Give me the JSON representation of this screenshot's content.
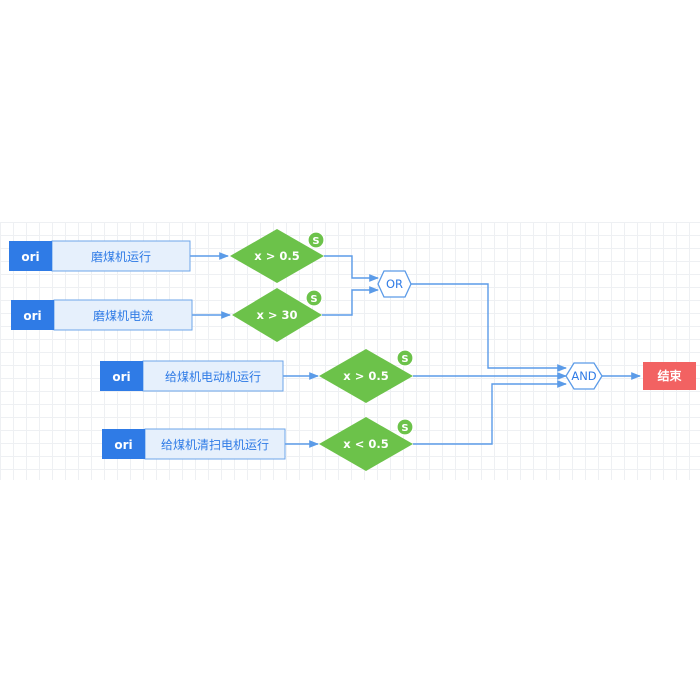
{
  "diagram": {
    "colors": {
      "tag": "#2f7be6",
      "label_bg": "#e6f0fc",
      "label_border": "#6ea6ea",
      "label_text": "#2f7be6",
      "diamond": "#6cc24a",
      "badge": "#6cc24a",
      "edge": "#5b9be8",
      "gate_stroke": "#5b9be8",
      "gate_text": "#2f7be6",
      "end": "#f26262"
    },
    "sources": [
      {
        "tag": "ori",
        "label": "磨煤机运行"
      },
      {
        "tag": "ori",
        "label": "磨煤机电流"
      },
      {
        "tag": "ori",
        "label": "给煤机电动机运行"
      },
      {
        "tag": "ori",
        "label": "给煤机清扫电机运行"
      }
    ],
    "conditions": [
      {
        "text": "x > 0.5",
        "badge": "S"
      },
      {
        "text": "x > 30",
        "badge": "S"
      },
      {
        "text": "x > 0.5",
        "badge": "S"
      },
      {
        "text": "x < 0.5",
        "badge": "S"
      }
    ],
    "gates": {
      "or": "OR",
      "and": "AND"
    },
    "end": "结束"
  }
}
